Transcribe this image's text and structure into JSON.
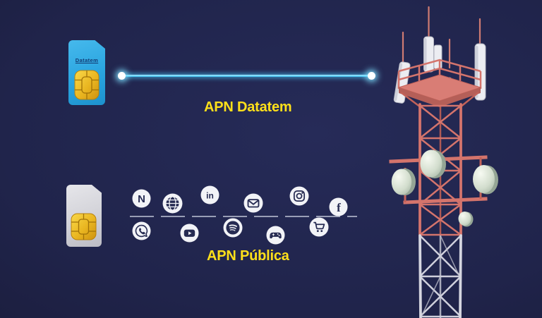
{
  "labels": {
    "apn_datatem": "APN Datatem",
    "apn_publica": "APN Pública"
  },
  "sim_cards": {
    "datatem": {
      "brand": "Datatem",
      "body_color": "#2AA5E0"
    },
    "publica": {
      "body_color": "#D2D2D8"
    }
  },
  "connection_line": {
    "color": "#35BDEE"
  },
  "app_icons": [
    {
      "name": "netflix-icon",
      "glyph": "N"
    },
    {
      "name": "web-globe-icon"
    },
    {
      "name": "linkedin-icon",
      "glyph": "in"
    },
    {
      "name": "email-icon"
    },
    {
      "name": "instagram-icon"
    },
    {
      "name": "facebook-icon",
      "glyph": "f"
    },
    {
      "name": "whatsapp-icon"
    },
    {
      "name": "youtube-icon"
    },
    {
      "name": "spotify-icon"
    },
    {
      "name": "gamepad-icon"
    },
    {
      "name": "shopping-cart-icon"
    }
  ],
  "theme": {
    "label_yellow": "#FFE01A",
    "background_center": "#252A56",
    "background_edge": "#171831",
    "tower_red": "#D4746C",
    "tower_gray": "#D5D6E0",
    "icon_circle": "#F2F3F7",
    "icon_glyph": "#262B52"
  }
}
